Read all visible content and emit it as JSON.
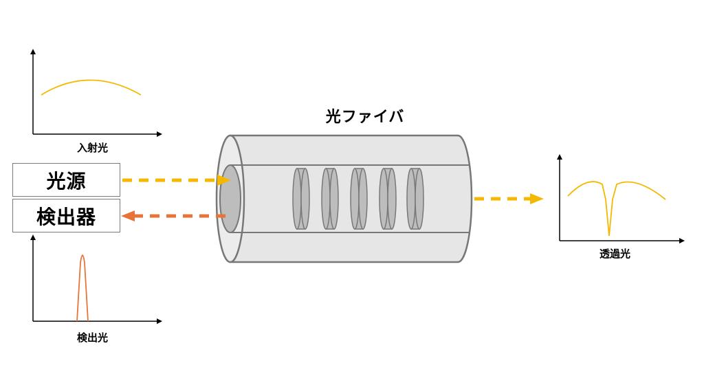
{
  "fiber": {
    "title": "光ファイバ"
  },
  "source": {
    "label": "光源"
  },
  "detector": {
    "label": "検出器"
  },
  "graphs": {
    "incident": {
      "label": "入射光"
    },
    "detected": {
      "label": "検出光"
    },
    "transmitted": {
      "label": "透過光"
    }
  },
  "colors": {
    "incident_light": "#f5b800",
    "reflected_light": "#e8733a",
    "fiber_outline": "#777777",
    "fiber_fill": "#e6e6e6",
    "grating_fill": "#bdbdbd"
  },
  "grating": {
    "count": 5
  }
}
